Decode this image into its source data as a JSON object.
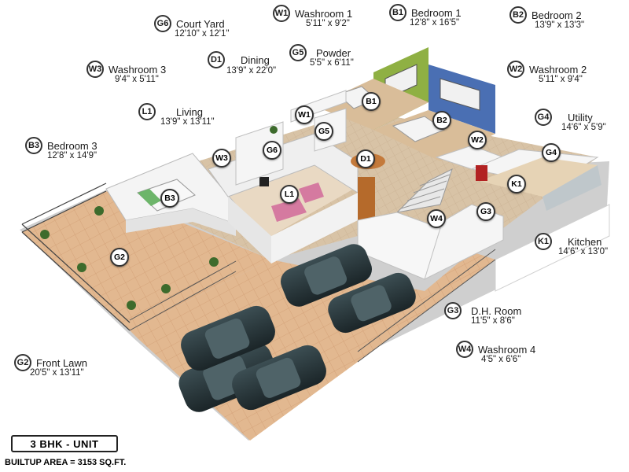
{
  "rooms": {
    "G6": {
      "code": "G6",
      "name": "Court Yard",
      "dims": "12'10\" x 12'1\""
    },
    "W1": {
      "code": "W1",
      "name": "Washroom 1",
      "dims": "5'11\" x 9'2\""
    },
    "B1": {
      "code": "B1",
      "name": "Bedroom 1",
      "dims": "12'8\" x 16'5\""
    },
    "B2": {
      "code": "B2",
      "name": "Bedroom 2",
      "dims": "13'9\" x 13'3\""
    },
    "D1": {
      "code": "D1",
      "name": "Dining",
      "dims": "13'9\" x 22'0\""
    },
    "G5": {
      "code": "G5",
      "name": "Powder",
      "dims": "5'5\" x 6'11\""
    },
    "W3": {
      "code": "W3",
      "name": "Washroom 3",
      "dims": "9'4\" x 5'11\""
    },
    "W2": {
      "code": "W2",
      "name": "Washroom 2",
      "dims": "5'11\" x 9'4\""
    },
    "L1": {
      "code": "L1",
      "name": "Living",
      "dims": "13'9\" x 13'11\""
    },
    "G4": {
      "code": "G4",
      "name": "Utility",
      "dims": "14'6\" x 5'9\""
    },
    "B3": {
      "code": "B3",
      "name": "Bedroom 3",
      "dims": "12'8\" x 14'9\""
    },
    "K1": {
      "code": "K1",
      "name": "Kitchen",
      "dims": "14'6\" x 13'0\""
    },
    "G3": {
      "code": "G3",
      "name": "D.H. Room",
      "dims": "11'5\" x 8'6\""
    },
    "W4": {
      "code": "W4",
      "name": "Washroom 4",
      "dims": "4'5\" x 6'6\""
    },
    "G2": {
      "code": "G2",
      "name": "Front Lawn",
      "dims": "20'5\" x 13'11\""
    }
  },
  "footer": {
    "unit": "3 BHK - UNIT",
    "area": "BUILTUP AREA = 3153 SQ.FT."
  },
  "colors": {
    "floor_tile": "#e2b890",
    "wall": "#f3f3f3",
    "accent_green": "#8fb043",
    "accent_blue": "#4a6fb3",
    "car": "#2a3a3e",
    "wood": "#b56a2b"
  }
}
